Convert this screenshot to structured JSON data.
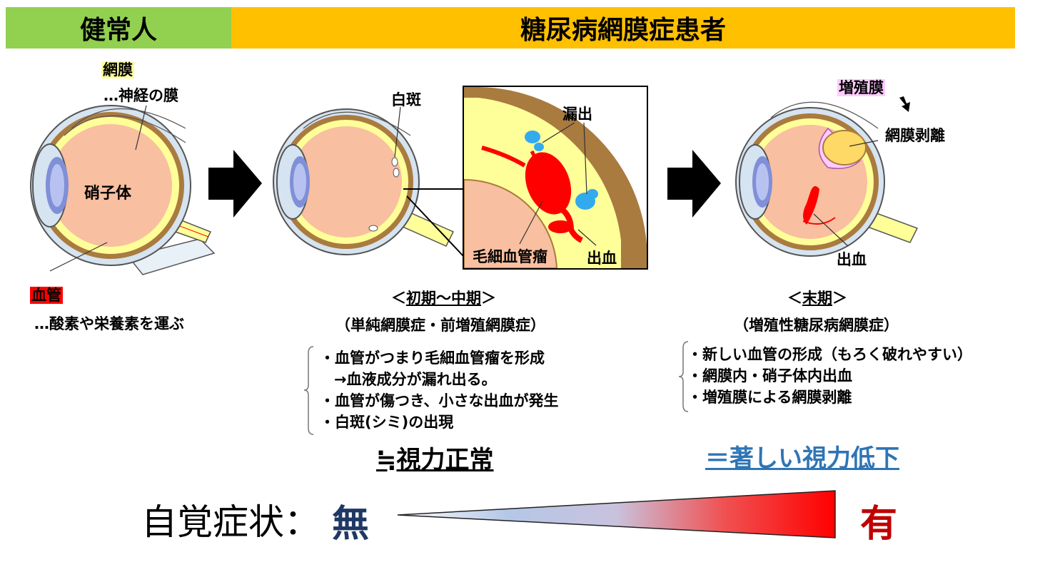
{
  "header": {
    "healthy": "健常人",
    "patient": "糖尿病網膜症患者"
  },
  "healthy_eye": {
    "retina_label": "網膜",
    "retina_desc": "…神経の膜",
    "vitreous_label": "硝子体",
    "vessel_label": "血管",
    "vessel_desc": "…酸素や栄養素を運ぶ"
  },
  "early_eye": {
    "white_spot_label": "白斑",
    "inset": {
      "leak_label": "漏出",
      "aneurysm_label": "毛細血管瘤",
      "hemorrhage_label": "出血"
    },
    "stage_title": "＜初期～中期＞",
    "stage_title_core": "初期～中期",
    "stage_subtitle": "（単純網膜症・前増殖網膜症）",
    "bullets": [
      "・血管がつまり毛細血管瘤を形成",
      "→血液成分が漏れ出る。",
      "・血管が傷つき、小さな出血が発生",
      "・白斑(シミ)の出現"
    ],
    "vision": "≒視力正常"
  },
  "late_eye": {
    "membrane_label": "増殖膜",
    "detachment_label": "網膜剥離",
    "hemorrhage_label": "出血",
    "stage_title_core": "末期",
    "stage_subtitle": "（増殖性糖尿病網膜症）",
    "bullets": [
      "・新しい血管の形成（もろく破れやすい）",
      "・網膜内・硝子体内出血",
      "・増殖膜による網膜剥離"
    ],
    "vision": "＝著しい視力低下"
  },
  "symptom": {
    "label": "自覚症状：",
    "none": "無",
    "present": "有"
  },
  "colors": {
    "green": "#92d050",
    "orange": "#ffc000",
    "vitreous": "#f8bfa0",
    "retina": "#ffff99",
    "choroid": "#a97b3f",
    "sclera": "#d6e3f0",
    "blood": "#ff0000",
    "leak": "#33aaee",
    "navy": "#1f3864",
    "blue": "#2e75b6"
  }
}
